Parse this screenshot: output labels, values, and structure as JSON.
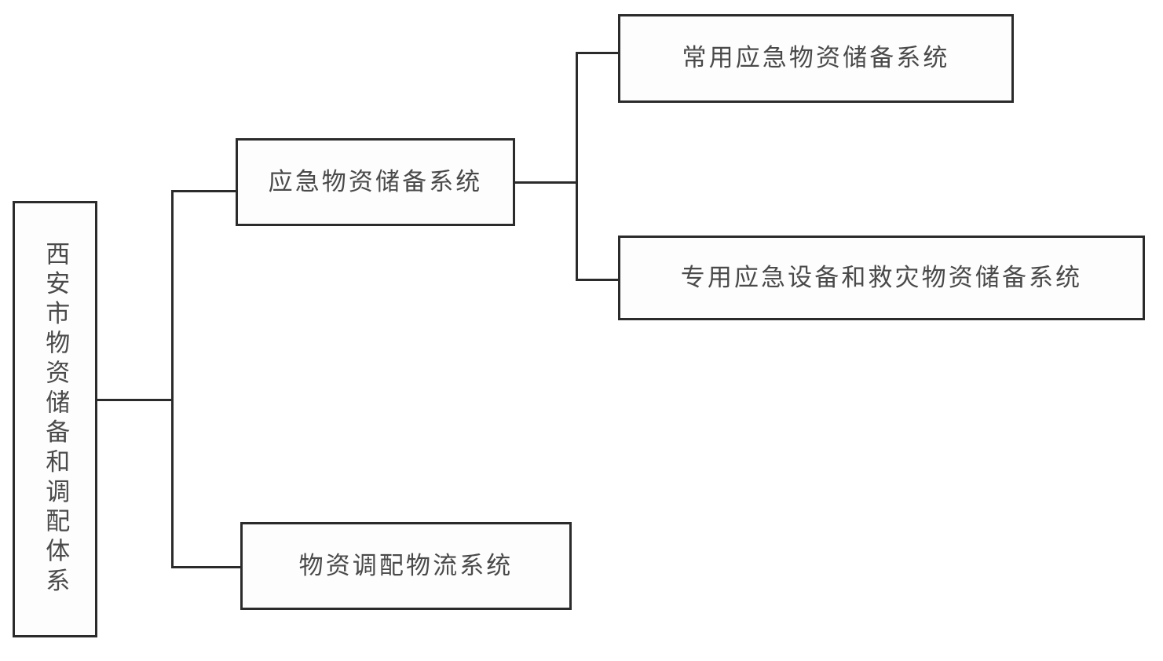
{
  "diagram": {
    "title": "西安市物资储备和调配体系",
    "type": "hierarchy-tree",
    "orientation": "left-to-right",
    "colors": {
      "stroke": "#2b2b2b",
      "text": "#4a4a4a",
      "background": "#ffffff",
      "node_fill": "#fdfdfd"
    },
    "nodes": {
      "root": {
        "label": "西安市物资储备和调配体系",
        "level": 0,
        "text_orientation": "vertical"
      },
      "emergency_reserve": {
        "label": "应急物资储备系统",
        "level": 1,
        "text_orientation": "horizontal"
      },
      "logistics": {
        "label": "物资调配物流系统",
        "level": 1,
        "text_orientation": "horizontal"
      },
      "common_supplies": {
        "label": "常用应急物资储备系统",
        "level": 2,
        "text_orientation": "horizontal"
      },
      "special_equipment": {
        "label": "专用应急设备和救灾物资储备系统",
        "level": 2,
        "text_orientation": "horizontal"
      }
    },
    "edges": [
      {
        "from": "root",
        "to": "emergency_reserve"
      },
      {
        "from": "root",
        "to": "logistics"
      },
      {
        "from": "emergency_reserve",
        "to": "common_supplies"
      },
      {
        "from": "emergency_reserve",
        "to": "special_equipment"
      }
    ]
  }
}
